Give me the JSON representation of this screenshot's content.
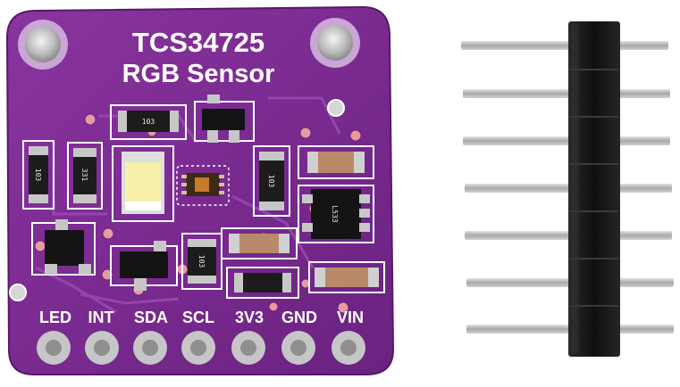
{
  "board": {
    "title": "TCS34725",
    "subtitle": "RGB Sensor",
    "pins": [
      "LED",
      "INT",
      "SDA",
      "SCL",
      "3V3",
      "GND",
      "VIN"
    ],
    "resistor_codes": [
      "103",
      "331",
      "103",
      "103",
      "103"
    ],
    "chip_marking": "L533"
  },
  "colors": {
    "pcb": "#7a2a8f",
    "silkscreen": "#ffffff",
    "header_plastic": "#161616",
    "header_pin": "#b9b9b9"
  },
  "header": {
    "pin_count": 7
  }
}
